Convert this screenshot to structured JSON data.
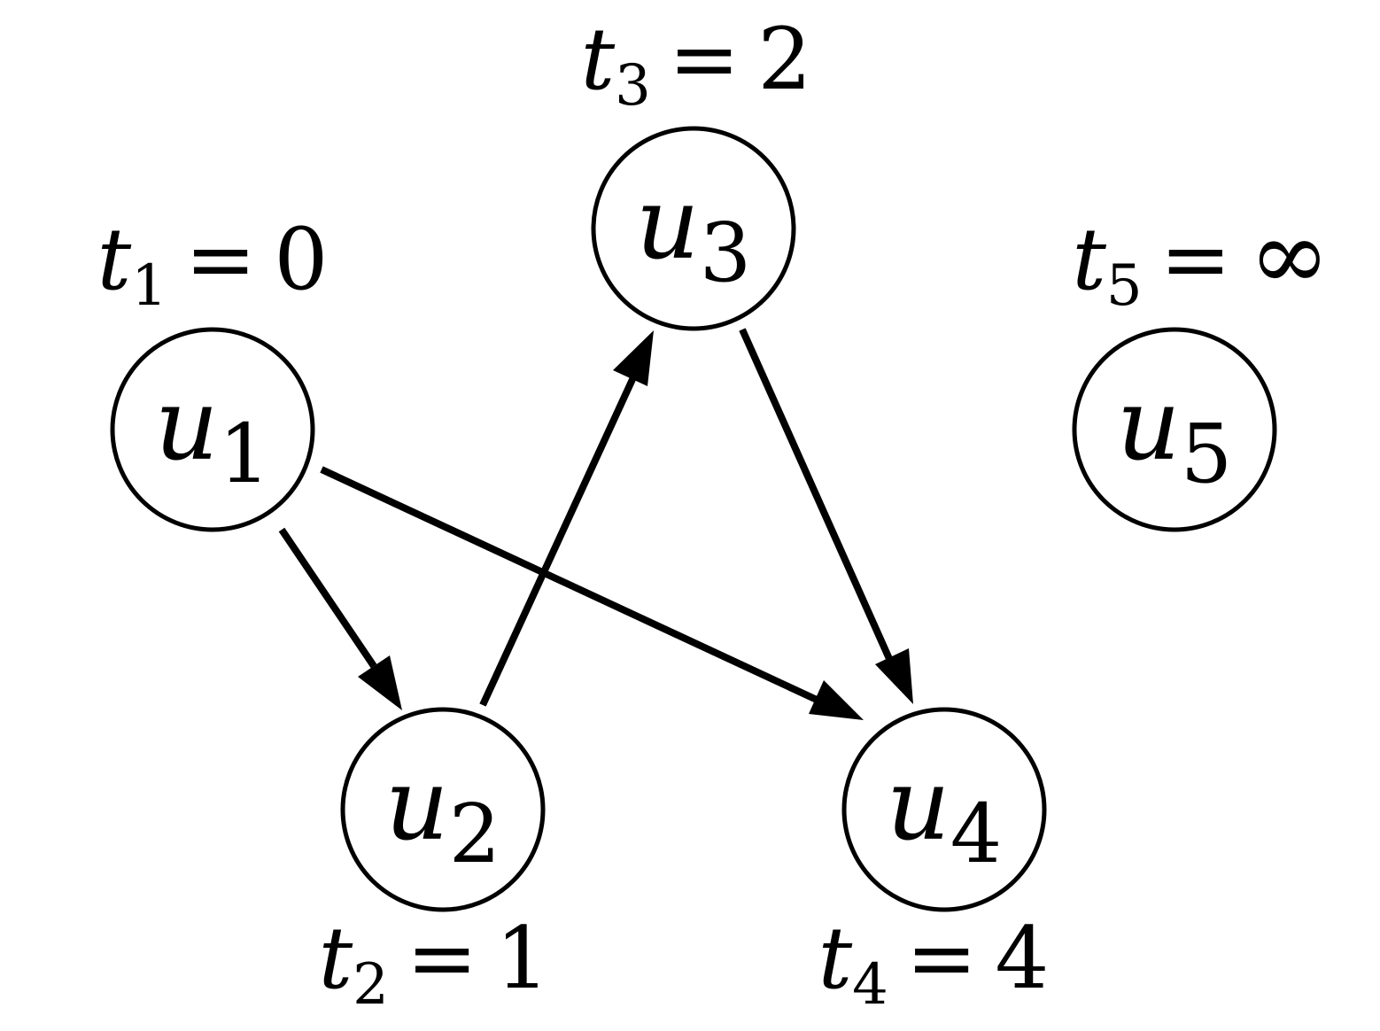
{
  "nodes": [
    {
      "id": "u1",
      "base": "u",
      "sub": "1"
    },
    {
      "id": "u2",
      "base": "u",
      "sub": "2"
    },
    {
      "id": "u3",
      "base": "u",
      "sub": "3"
    },
    {
      "id": "u4",
      "base": "u",
      "sub": "4"
    },
    {
      "id": "u5",
      "base": "u",
      "sub": "5"
    }
  ],
  "times": [
    {
      "node": "u1",
      "var": "t",
      "sub": "1",
      "eq": "=",
      "value": "0"
    },
    {
      "node": "u2",
      "var": "t",
      "sub": "2",
      "eq": "=",
      "value": "1"
    },
    {
      "node": "u3",
      "var": "t",
      "sub": "3",
      "eq": "=",
      "value": "2"
    },
    {
      "node": "u4",
      "var": "t",
      "sub": "4",
      "eq": "=",
      "value": "4"
    },
    {
      "node": "u5",
      "var": "t",
      "sub": "5",
      "eq": "=",
      "value": "∞"
    }
  ],
  "edges": [
    {
      "from": "u1",
      "to": "u2"
    },
    {
      "from": "u1",
      "to": "u4"
    },
    {
      "from": "u2",
      "to": "u3"
    },
    {
      "from": "u3",
      "to": "u4"
    }
  ],
  "colors": {
    "stroke": "#000000",
    "background": "#ffffff"
  }
}
